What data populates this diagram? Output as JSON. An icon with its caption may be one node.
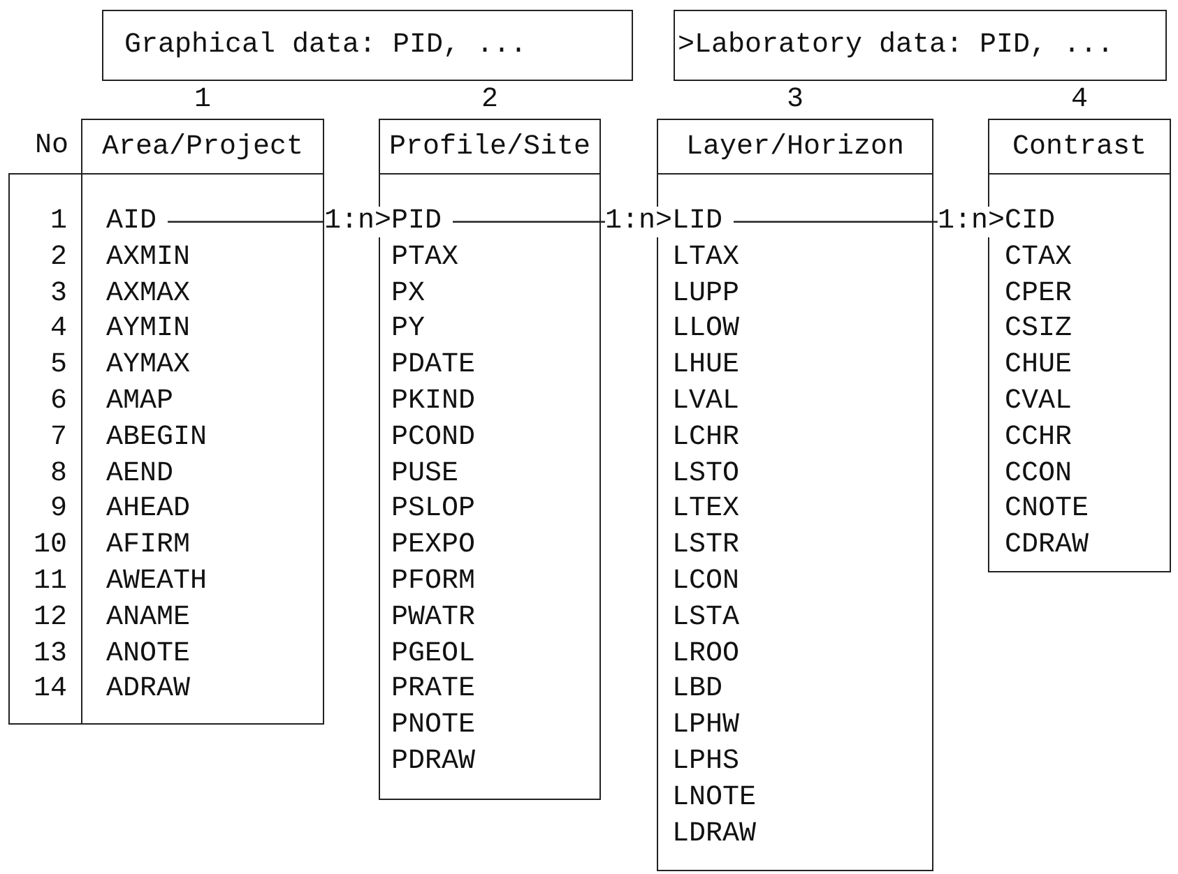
{
  "diagram": {
    "nodes": [
      {
        "text": [
          "Graphical data: PID, ..."
        ]
      },
      {
        "text": [
          ">Laboratory data: PID, ..."
        ]
      },
      {
        "text": [
          "Area/Project"
        ],
        "beside": [
          "1"
        ]
      },
      {
        "text": [
          "Profile/Site"
        ],
        "beside": [
          "2"
        ]
      },
      {
        "text": [
          "Layer/Horizon"
        ],
        "beside": [
          "3"
        ]
      },
      {
        "text": [
          "Contrast"
        ],
        "beside": [
          "4"
        ]
      },
      {
        "text": [
          "AXMIN",
          "AXMAX",
          "AYMIN",
          "AYMAX",
          "AMAP",
          "ABEGIN",
          "AEND",
          "AHEAD",
          "AFIRM",
          "AWEATH",
          "ANAME",
          "ANOTE",
          "ADRAW"
        ]
      },
      {
        "text": [
          "AID"
        ],
        "in": 6
      },
      {
        "text": [
          "PTAX",
          "PX",
          "PY",
          "PDATE",
          "PKIND",
          "PCOND",
          "PUSE",
          "PSLOP",
          "PEXPO",
          "PFORM",
          "PWATR",
          "PGEOL",
          "PRATE",
          "PNOTE",
          "PDRAW"
        ]
      },
      {
        "text": [
          "PID"
        ],
        "in": 8
      },
      {
        "text": [
          "LTAX",
          "LUPP",
          "LLOW",
          "LHUE",
          "LVAL",
          "LCHR",
          "LSTO",
          "LTEX",
          "LSTR",
          "LCON",
          "LSTA",
          "LROO",
          "LBD",
          "LPHW",
          "LPHS",
          "LNOTE",
          "LDRAW"
        ]
      },
      {
        "text": [
          "LID"
        ],
        "in": 10
      },
      {
        "text": [
          "CTAX",
          "CPER",
          "CSIZ",
          "CHUE",
          "CVAL",
          "CCHR",
          "CCON",
          "CNOTE",
          "CDRAW"
        ]
      },
      {
        "text": [
          "CID"
        ],
        "in": 12
      }
    ],
    "edges": [
      {
        "from": 7,
        "to": 9,
        "arrow": "none",
        "label": "1:n>"
      },
      {
        "from": 9,
        "to": 11,
        "arrow": "none",
        "label": "1:n>"
      },
      {
        "from": 11,
        "to": 13,
        "arrow": "none",
        "label": "1:n>"
      }
    ],
    "labels": [
      "No",
      "1",
      "2",
      "3",
      "4",
      "5",
      "6",
      "7",
      "8",
      "9",
      "10",
      "11",
      "12",
      "13",
      "14"
    ]
  }
}
